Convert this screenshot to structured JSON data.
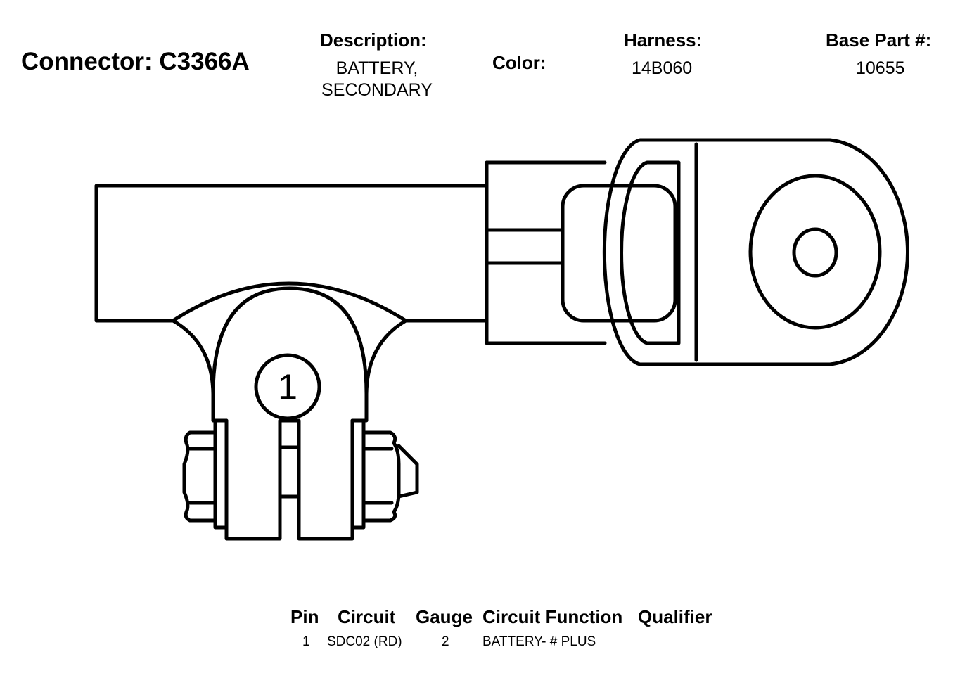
{
  "header": {
    "connector_title": "Connector: C3366A",
    "description_label": "Description:",
    "description_line1": "BATTERY,",
    "description_line2": "SECONDARY",
    "color_label": "Color:",
    "color_value": "",
    "harness_label": "Harness:",
    "harness_value": "14B060",
    "base_part_label": "Base Part #:",
    "base_part_value": "10655"
  },
  "diagram": {
    "pin_label": "1"
  },
  "pin_table": {
    "columns": [
      "Pin",
      "Circuit",
      "Gauge",
      "Circuit Function",
      "Qualifier"
    ],
    "rows": [
      {
        "pin": "1",
        "circuit": "SDC02 (RD)",
        "gauge": "2",
        "function": "BATTERY- # PLUS",
        "qualifier": ""
      }
    ]
  }
}
